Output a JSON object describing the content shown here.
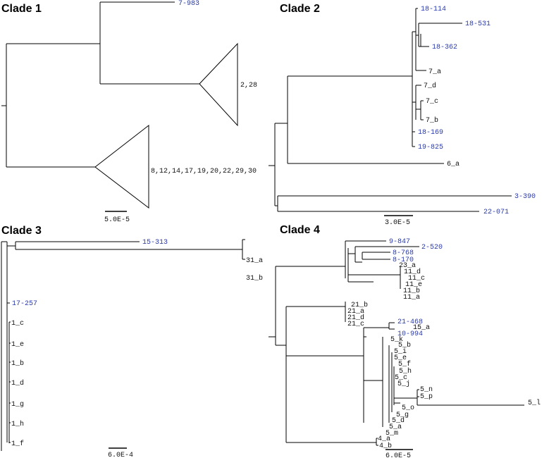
{
  "colors": {
    "blue_label": "#2a3aa8",
    "black_label": "#111111"
  },
  "clade1": {
    "title": "Clade 1",
    "tips": {
      "t7_983": "7-983"
    },
    "collapsed": {
      "c2_28": "2,28",
      "c_big": "8,12,14,17,19,20,22,29,30"
    },
    "scale": "5.0E-5"
  },
  "clade2": {
    "title": "Clade 2",
    "tips": {
      "t18_114": "18-114",
      "t18_531": "18-531",
      "t18_362": "18-362",
      "t7_a": "7_a",
      "t7_d": "7_d",
      "t7_c": "7_c",
      "t7_b": "7_b",
      "t18_169": "18-169",
      "t19_825": "19-825",
      "t6_a": "6_a",
      "t3_390": "3-390",
      "t22_071": "22-071"
    },
    "scale": "3.0E-5"
  },
  "clade3": {
    "title": "Clade 3",
    "tips": {
      "t15_313": "15-313",
      "t31_a": "31_a",
      "t31_b": "31_b",
      "t17_257": "17-257",
      "t1_c": "1_c",
      "t1_e": "1_e",
      "t1_b": "1_b",
      "t1_d": "1_d",
      "t1_g": "1_g",
      "t1_h": "1_h",
      "t1_f": "1_f"
    },
    "scale": "6.0E-4"
  },
  "clade4": {
    "title": "Clade 4",
    "tips": {
      "t9_847": "9-847",
      "t2_520": "2-520",
      "t8_768": "8-768",
      "t8_170": "8-170",
      "t23_a": "23_a",
      "t11_d": "11_d",
      "t11_c": "11_c",
      "t11_e": "11_e",
      "t11_b": "11_b",
      "t11_a": "11_a",
      "t21_b": "21_b",
      "t21_a": "21_a",
      "t21_d": "21_d",
      "t21_c": "21_c",
      "t21_468": "21-468",
      "t15_a": "15_a",
      "t10_994": "10-994",
      "t5_k": "5_k",
      "t5_b": "5_b",
      "t5_i": "5_i",
      "t5_e": "5_e",
      "t5_f": "5_f",
      "t5_h": "5_h",
      "t5_c": "5_c",
      "t5_j": "5_j",
      "t5_n": "5_n",
      "t5_p": "5_p",
      "t5_l": "5_l",
      "t5_o": "5_o",
      "t5_g": "5_g",
      "t5_d": "5_d",
      "t5_a": "5_a",
      "t5_m": "5_m",
      "t4_a": "4_a",
      "t4_b": "4_b"
    },
    "scale": "6.0E-5"
  }
}
